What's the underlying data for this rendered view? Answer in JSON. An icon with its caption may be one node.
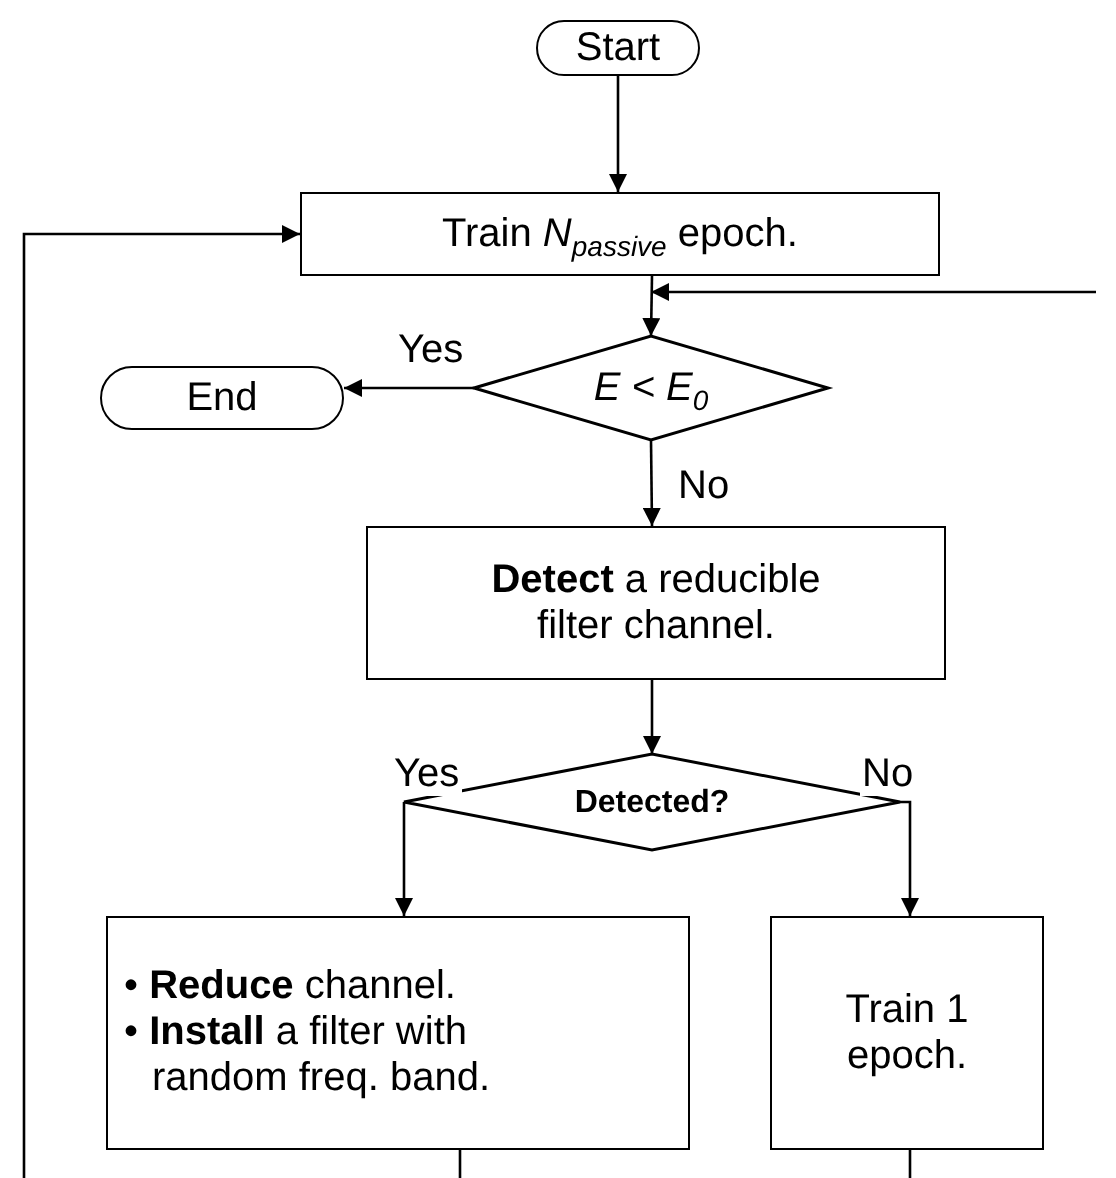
{
  "diagram": {
    "nodes": [
      {
        "text": [
          "Start"
        ]
      },
      {
        "text": [
          "Train *N*$_{passive}$ epoch."
        ]
      },
      {
        "text": [
          "E < E$_{0}$"
        ]
      },
      {
        "text": [
          "End"
        ]
      },
      {
        "text": [
          "**Detect** a reducible filter channel."
        ]
      },
      {
        "text": [
          "Detected?"
        ]
      },
      {
        "text": [
          "• **Reduce** channel.",
          "• **Install** a filter with random freq. band."
        ]
      },
      {
        "text": [
          "Train 1 epoch."
        ]
      }
    ],
    "edges": [
      {
        "from": 0,
        "to": 1,
        "arrow": "to"
      },
      {
        "from": 1,
        "to": 2,
        "arrow": "to"
      },
      {
        "from": null,
        "to": 2,
        "arrow": "to"
      },
      {
        "from": 2,
        "to": 3,
        "arrow": "to",
        "label": "Yes"
      },
      {
        "from": 2,
        "to": 4,
        "arrow": "to",
        "label": "No"
      },
      {
        "from": 4,
        "to": 5,
        "arrow": "to"
      },
      {
        "from": 5,
        "to": 6,
        "arrow": "to",
        "label": "Yes"
      },
      {
        "from": 5,
        "to": 7,
        "arrow": "to",
        "label": "No"
      },
      {
        "from": null,
        "to": 1,
        "arrow": "to"
      },
      {
        "from": 6,
        "to": null,
        "arrow": "none"
      },
      {
        "from": 7,
        "to": null,
        "arrow": "none"
      }
    ]
  }
}
